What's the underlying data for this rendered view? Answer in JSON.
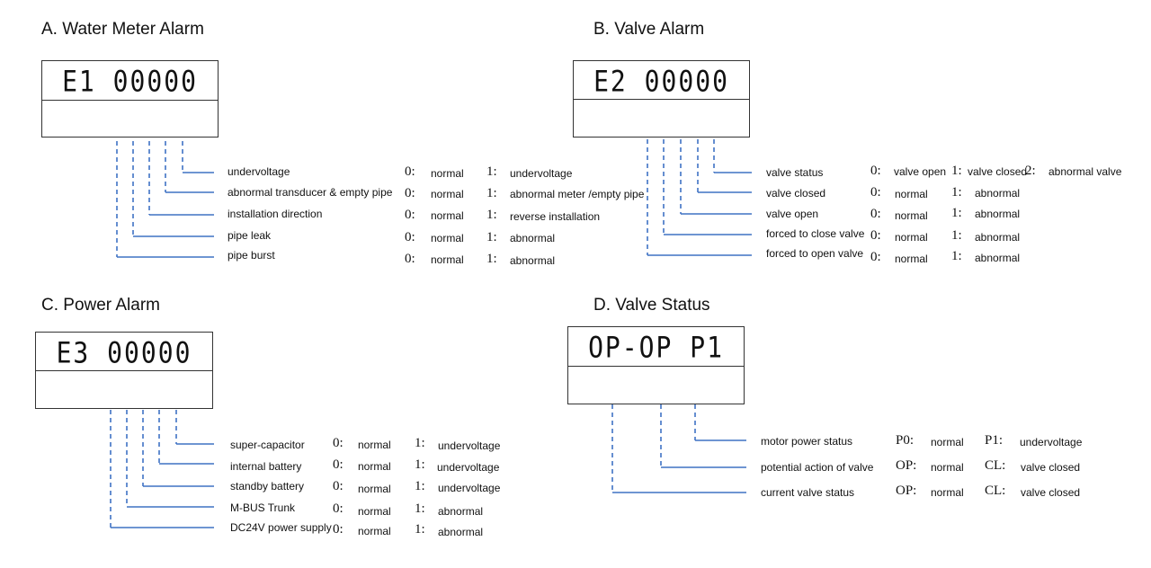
{
  "panels": {
    "A": {
      "title": "A. Water Meter Alarm",
      "display": "E1 00000",
      "rows": [
        {
          "label": "undervoltage",
          "c0": "0:",
          "d0": "normal",
          "c1": "1:",
          "d1": "undervoltage"
        },
        {
          "label": "abnormal transducer & empty pipe",
          "c0": "0:",
          "d0": "normal",
          "c1": "1:",
          "d1": "abnormal meter /empty pipe"
        },
        {
          "label": "installation direction",
          "c0": "0:",
          "d0": "normal",
          "c1": "1:",
          "d1": "reverse installation"
        },
        {
          "label": "pipe leak",
          "c0": "0:",
          "d0": "normal",
          "c1": "1:",
          "d1": "abnormal"
        },
        {
          "label": "pipe burst",
          "c0": "0:",
          "d0": "normal",
          "c1": "1:",
          "d1": "abnormal"
        }
      ]
    },
    "B": {
      "title": "B. Valve Alarm",
      "display": "E2 00000",
      "rows": [
        {
          "label": "valve status",
          "c0": "0:",
          "d0": "valve open",
          "c1": "1:",
          "d1": "valve closed",
          "c2": "2:",
          "d2": "abnormal valve"
        },
        {
          "label": "valve closed",
          "c0": "0:",
          "d0": "normal",
          "c1": "1:",
          "d1": "abnormal"
        },
        {
          "label": "valve open",
          "c0": "0:",
          "d0": "normal",
          "c1": "1:",
          "d1": "abnormal"
        },
        {
          "label": "forced to close valve",
          "c0": "0:",
          "d0": "normal",
          "c1": "1:",
          "d1": "abnormal"
        },
        {
          "label": "forced to open valve",
          "c0": "0:",
          "d0": "normal",
          "c1": "1:",
          "d1": "abnormal"
        }
      ]
    },
    "C": {
      "title": "C. Power Alarm",
      "display": "E3 00000",
      "rows": [
        {
          "label": "super-capacitor",
          "c0": "0:",
          "d0": "normal",
          "c1": "1:",
          "d1": "undervoltage"
        },
        {
          "label": "internal battery",
          "c0": "0:",
          "d0": "normal",
          "c1": "1:",
          "d1": "undervoltage"
        },
        {
          "label": "standby battery",
          "c0": "0:",
          "d0": "normal",
          "c1": "1:",
          "d1": "undervoltage"
        },
        {
          "label": "M-BUS Trunk",
          "c0": "0:",
          "d0": "normal",
          "c1": "1:",
          "d1": "abnormal"
        },
        {
          "label": "DC24V power supply",
          "c0": "0:",
          "d0": "normal",
          "c1": "1:",
          "d1": "abnormal"
        }
      ]
    },
    "D": {
      "title": "D. Valve Status",
      "display": "OP-OP P1",
      "rows": [
        {
          "label": "motor power status",
          "c0": "P0:",
          "d0": "normal",
          "c1": "P1:",
          "d1": "undervoltage"
        },
        {
          "label": "potential action of valve",
          "c0": "OP:",
          "d0": "normal",
          "c1": "CL:",
          "d1": "valve closed"
        },
        {
          "label": "current valve status",
          "c0": "OP:",
          "d0": "normal",
          "c1": "CL:",
          "d1": "valve closed"
        }
      ]
    }
  },
  "colors": {
    "connector": "#3f72c4",
    "border": "#333333"
  }
}
